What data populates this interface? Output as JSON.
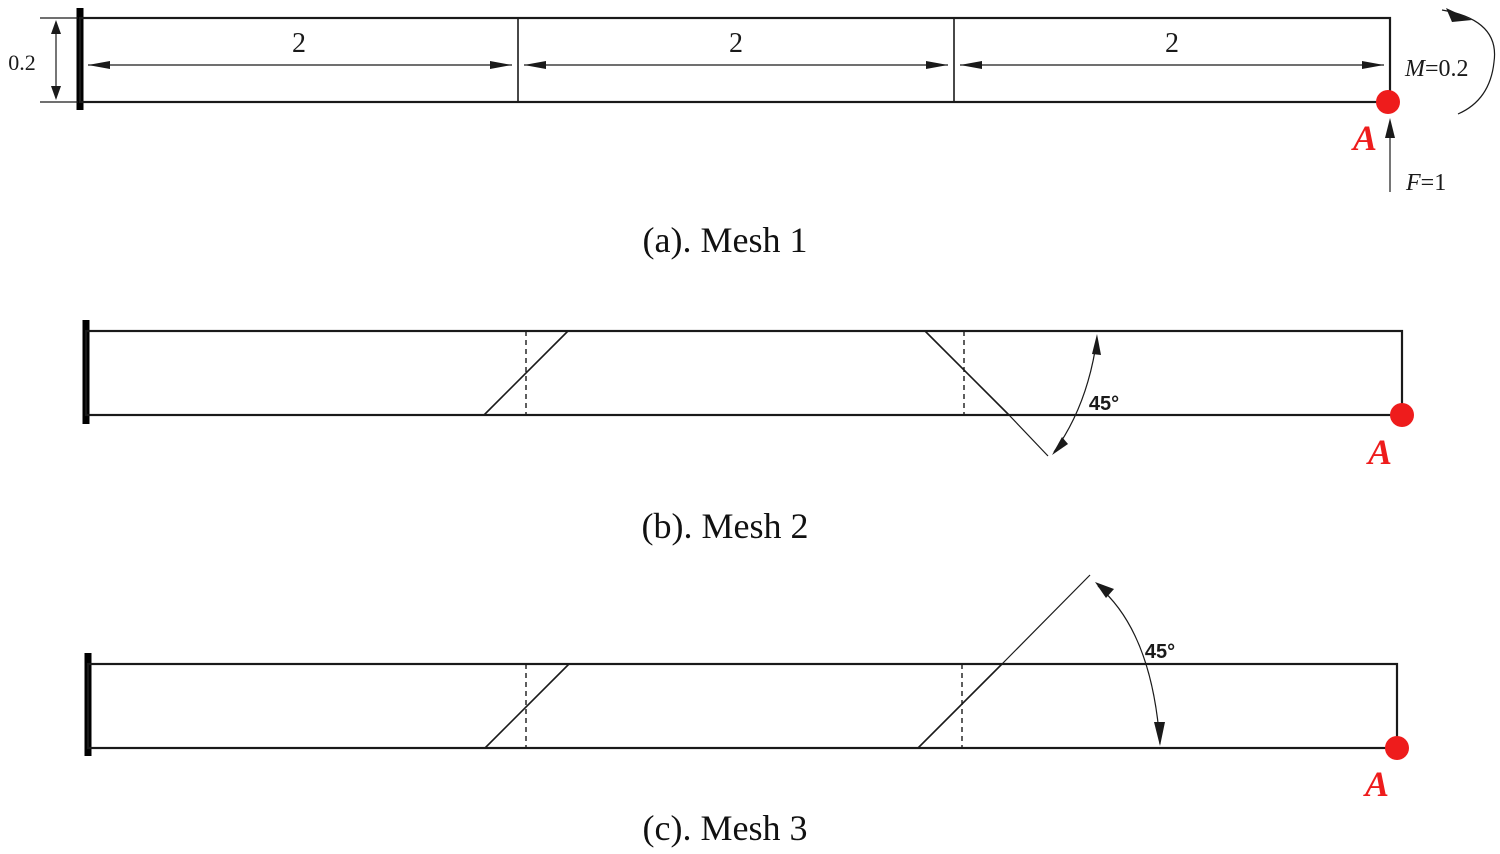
{
  "mesh1": {
    "caption": "(a). Mesh 1",
    "height_label": "0.2",
    "segment_labels": [
      "2",
      "2",
      "2"
    ],
    "moment_label_symbol": "M",
    "moment_label_value": "=0.2",
    "force_label_symbol": "F",
    "force_label_value": "=1",
    "point_label": "A"
  },
  "mesh2": {
    "caption": "(b). Mesh 2",
    "angle_label": "45°",
    "point_label": "A"
  },
  "mesh3": {
    "caption": "(c). Mesh 3",
    "angle_label": "45°",
    "point_label": "A"
  },
  "colors": {
    "point_marker": "#ee1c1c",
    "lines": "#1a1a1a"
  }
}
